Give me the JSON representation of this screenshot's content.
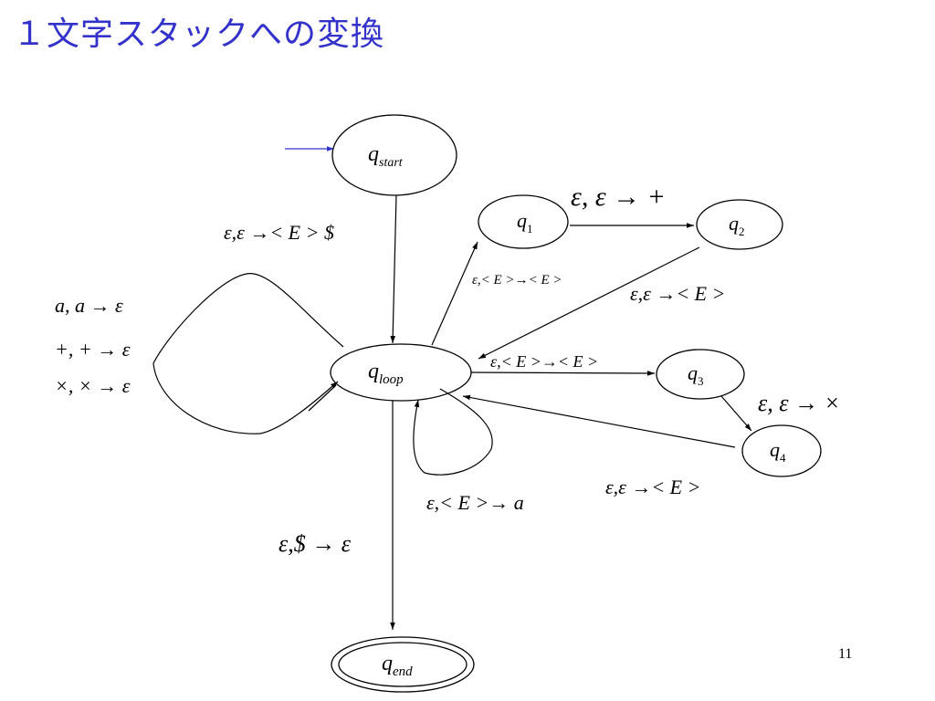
{
  "title": "１文字スタックへの変換",
  "slide_number": "11",
  "states": {
    "start": {
      "name": "q",
      "sub": "start"
    },
    "loop": {
      "name": "q",
      "sub": "loop"
    },
    "end": {
      "name": "q",
      "sub": "end"
    },
    "q1": {
      "name": "q",
      "sub": "1"
    },
    "q2": {
      "name": "q",
      "sub": "2"
    },
    "q3": {
      "name": "q",
      "sub": "3"
    },
    "q4": {
      "name": "q",
      "sub": "4"
    }
  },
  "transitions": {
    "start_to_loop": "ε,ε →< E > $",
    "self_loop_terminals": [
      "a, a → ε",
      "+, + → ε",
      "×, × → ε"
    ],
    "loop_to_q1": "ε,< E >→< E >",
    "q1_to_q2": "ε, ε → +",
    "q2_to_loop": "ε,ε →< E >",
    "loop_to_q3": "ε,< E >→< E >",
    "q3_to_q4": "ε, ε → ×",
    "q4_to_loop": "ε,ε →< E >",
    "self_loop_a": "ε,< E >→ a",
    "loop_to_end": "ε,$ → ε"
  },
  "colors": {
    "title": "#3333cc",
    "initial_arrow": "#3333cc",
    "stroke": "#000000"
  }
}
